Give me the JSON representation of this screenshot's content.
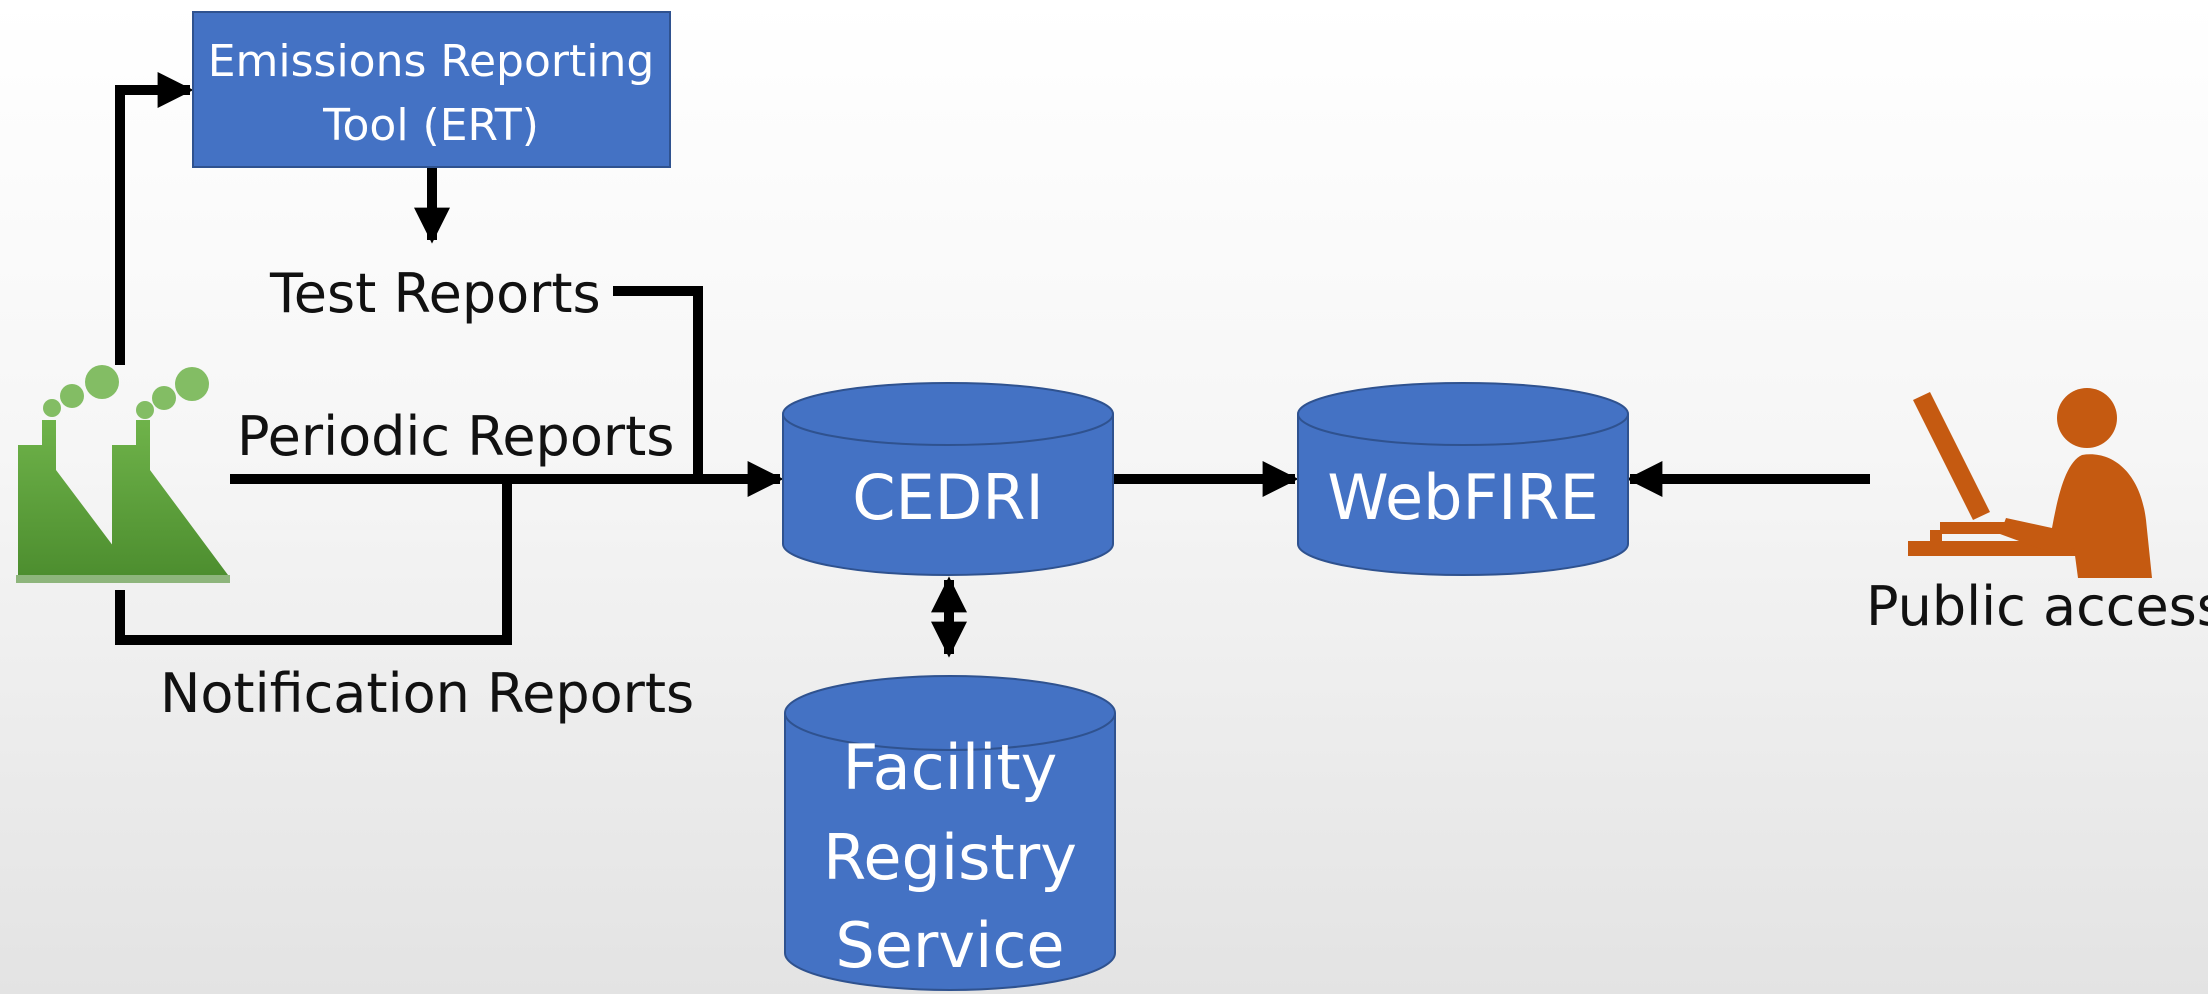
{
  "boxes": {
    "ert": {
      "line1": "Emissions Reporting",
      "line2": "Tool (ERT)"
    }
  },
  "labels": {
    "test_reports": "Test Reports",
    "periodic_reports": "Periodic Reports",
    "notification_reports": "Notification Reports",
    "public_access": "Public access"
  },
  "databases": {
    "cedri": "CEDRI",
    "webfire": "WebFIRE",
    "frs": {
      "line1": "Facility",
      "line2": "Registry",
      "line3": "Service"
    }
  },
  "icons": {
    "factory": "factory-icon",
    "person_computer": "person-at-computer-icon"
  },
  "colors": {
    "box_blue": "#4472C4",
    "box_border": "#2F528F",
    "factory_green": "#5A9E3A",
    "person_orange": "#C55A11",
    "arrow_black": "#000000"
  }
}
